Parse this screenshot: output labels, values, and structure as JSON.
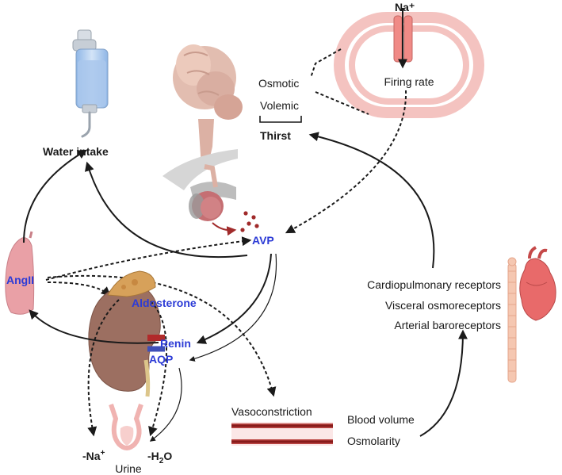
{
  "labels": {
    "na_plus_top": "Na⁺",
    "firing_rate": "Firing rate",
    "osmotic": "Osmotic",
    "volemic": "Volemic",
    "thirst": "Thirst",
    "water_intake": "Water intake",
    "avp": "AVP",
    "angii": "AngII",
    "aldosterone": "Aldosterone",
    "renin": "Renin",
    "aqp": "AQP",
    "cardiopulmonary": "Cardiopulmonary receptors",
    "visceral": "Visceral osmoreceptors",
    "arterial": "Arterial baroreceptors",
    "vasoconstriction": "Vasoconstriction",
    "blood_volume": "Blood volume",
    "osmolarity": "Osmolarity",
    "minus_na_base": "-Na",
    "minus_na_sup": "+",
    "minus_h2o_a": "-H",
    "minus_h2o_sub": "2",
    "minus_h2o_b": "O",
    "urine": "Urine"
  },
  "colors": {
    "blue_label": "#2c3bd6",
    "neuron_ring": "#f4c3c0",
    "channel": "#f08a86",
    "lung": "#e9a0a6",
    "kidney": "#9c6f61",
    "adrenal": "#d7a15a",
    "vessel": "#b12a2a",
    "brain": "#e2bdb0",
    "pituitary": "#c56f73",
    "bottle_water": "#aac8ec"
  },
  "icons": [
    "water-bottle-icon",
    "brain-icon",
    "pituitary-icon",
    "neuron-channel-icon",
    "lung-icon",
    "kidney-icon",
    "bladder-icon",
    "heart-icon",
    "spine-icon",
    "blood-vessel-icon"
  ]
}
